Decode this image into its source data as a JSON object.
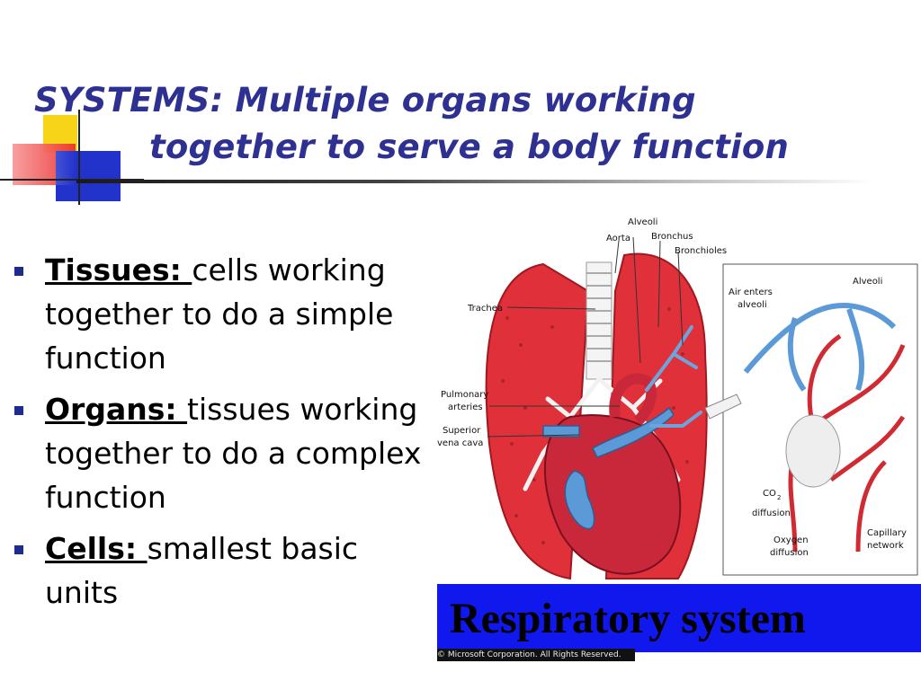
{
  "slide": {
    "title_line1": "SYSTEMS: Multiple organs working",
    "title_line2": "together to serve a body function"
  },
  "bullets": [
    {
      "term": "Tissues: ",
      "text": "cells working together to do a simple function"
    },
    {
      "term": "Organs: ",
      "text": "tissues working together to do a complex function"
    },
    {
      "term": "Cells: ",
      "text": "smallest basic units"
    }
  ],
  "figure": {
    "caption": "Respiratory system",
    "copyright": "© Microsoft Corporation. All Rights Reserved.",
    "labels": {
      "alveoli_top": "Alveoli",
      "aorta": "Aorta",
      "bronchus": "Bronchus",
      "bronchioles": "Bronchioles",
      "trachea": "Trachea",
      "pulmonary_1": "Pulmonary",
      "pulmonary_2": "arteries",
      "superior_1": "Superior",
      "superior_2": "vena cava",
      "air_enters_1": "Air enters",
      "air_enters_2": "alveoli",
      "alveoli_inset": "Alveoli",
      "co2": "CO",
      "co2_sub": "2",
      "diffusion_1": "diffusion",
      "oxygen": "Oxygen",
      "diffusion_2": "diffusion",
      "capillary": "Capillary",
      "network": "network"
    }
  },
  "colors": {
    "title": "#2e3192",
    "bullet": "#1f2c8f",
    "caption_bg": "#1018ee",
    "lung_red": "#e0303a",
    "vessel_blue": "#5b9ad6"
  }
}
